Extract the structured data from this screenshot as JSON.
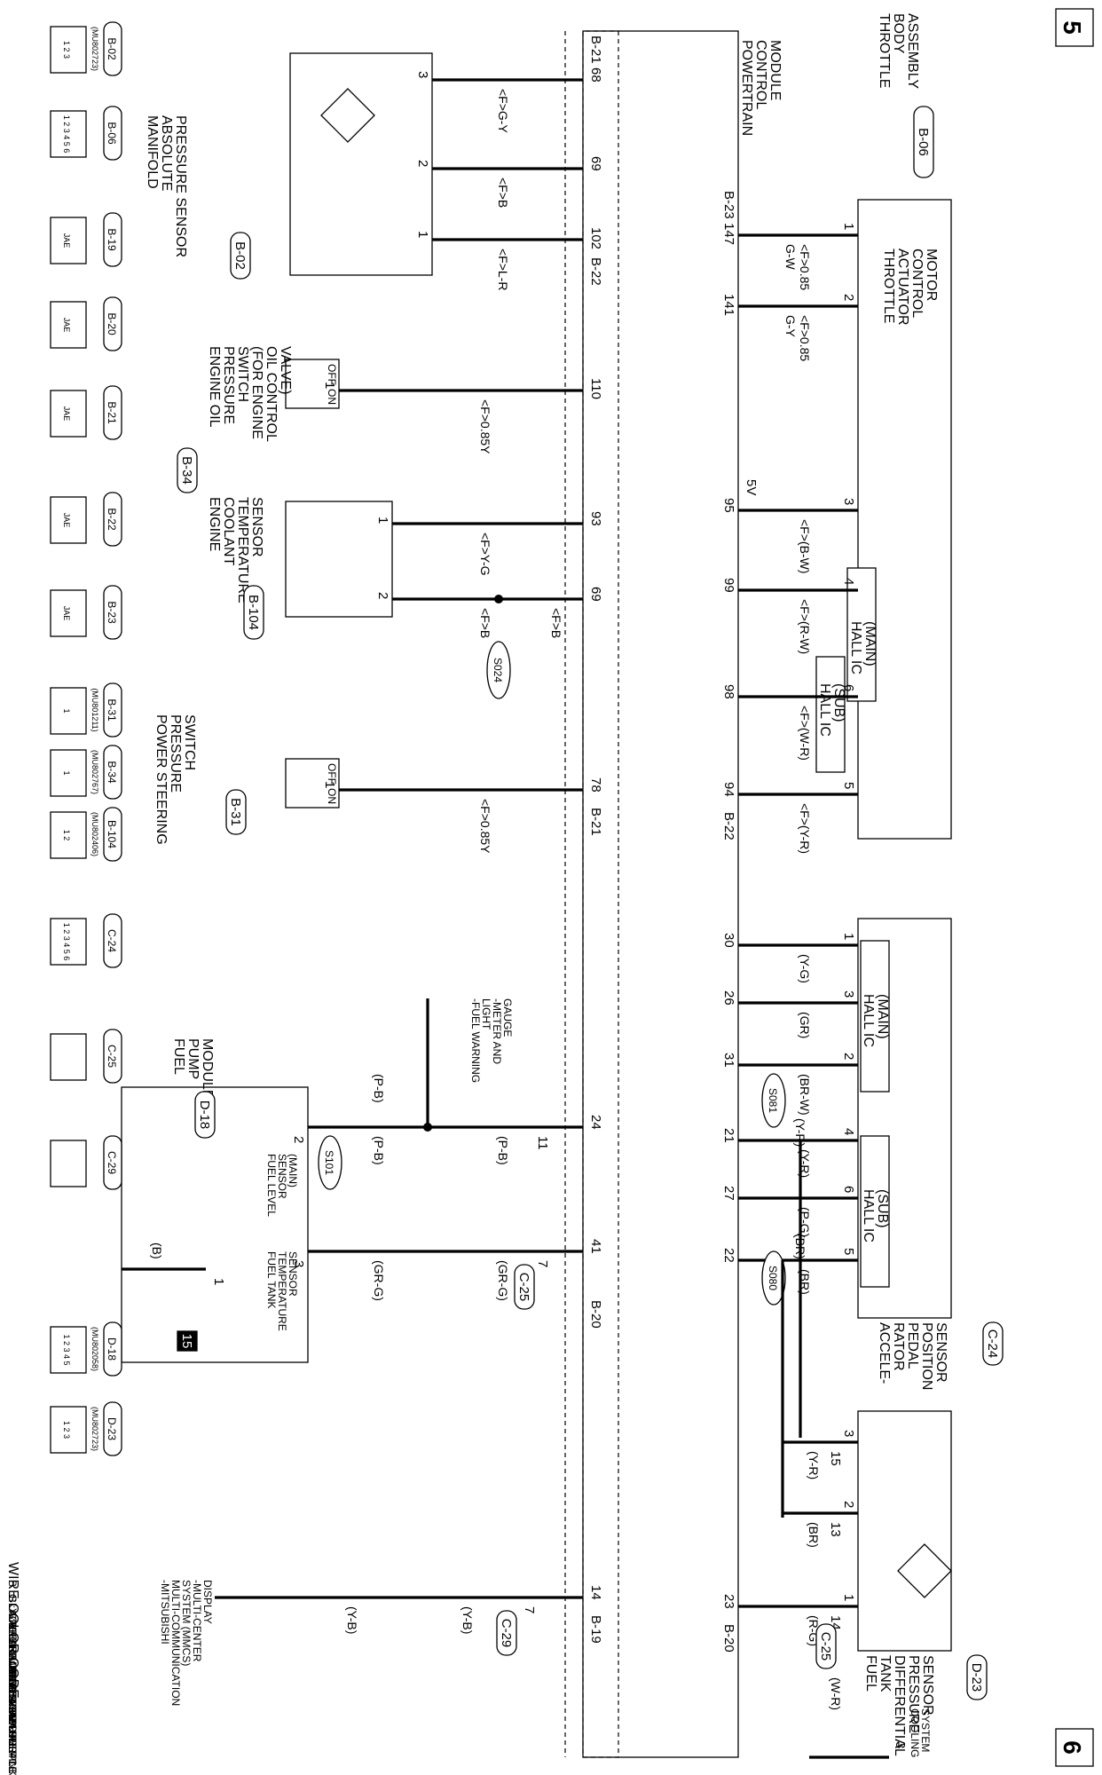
{
  "page_numbers": {
    "top": "5",
    "bottom": "6"
  },
  "doc_code": "HAP05M04CC",
  "ground_number": "15",
  "pcm": {
    "title": [
      "POWERTRAIN",
      "CONTROL",
      "MODULE"
    ],
    "conn_b21": "B-21",
    "conn_b22": "B-22",
    "conn_b23": "B-23",
    "conn_b20": "B-20",
    "conn_b19": "B-19",
    "v5": "5V"
  },
  "throttle": {
    "title": [
      "THROTTLE",
      "BODY",
      "ASSEMBLY"
    ],
    "conn": "B-06",
    "motor": [
      "THROTTLE",
      "ACTUATOR",
      "CONTROL",
      "MOTOR"
    ],
    "hall_main": [
      "(MAIN)",
      "HALL IC"
    ],
    "hall_sub": [
      "(SUB)",
      "HALL IC"
    ],
    "wires": [
      {
        "pin": "1",
        "pcm": "147",
        "color": "<F>0.85",
        "color2": "G-W"
      },
      {
        "pin": "2",
        "pcm": "141",
        "color": "<F>0.85",
        "color2": "G-Y"
      },
      {
        "pin": "3",
        "pcm": "95",
        "color": "<F>(B-W)",
        "color2": ""
      },
      {
        "pin": "4",
        "pcm": "99",
        "color": "<F>(R-W)",
        "color2": ""
      },
      {
        "pin": "6",
        "pcm": "98",
        "color": "<F>(W-R)",
        "color2": ""
      },
      {
        "pin": "5",
        "pcm": "94",
        "color": "<F>(Y-R)",
        "color2": ""
      }
    ]
  },
  "map_sensor": {
    "title": [
      "MANIFOLD",
      "ABSOLUTE",
      "PRESSURE SENSOR"
    ],
    "conn": "B-02",
    "wires": [
      {
        "pin": "3",
        "pcm": "68",
        "color": "<F>G-Y"
      },
      {
        "pin": "2",
        "pcm": "69",
        "color": "<F>B"
      },
      {
        "pin": "1",
        "pcm": "102",
        "color": "<F>L-R"
      }
    ]
  },
  "oil_switch": {
    "title": [
      "ENGINE OIL",
      "PRESSURE",
      "SWITCH",
      "(FOR ENGINE",
      "OIL CONTROL",
      "VALVE)"
    ],
    "conn": "B-34",
    "pin": "1",
    "pcm": "110",
    "color": "<F>0.85Y",
    "off": "OFF",
    "on": "ON"
  },
  "coolant": {
    "title": [
      "ENGINE",
      "COOLANT",
      "TEMPERATURE",
      "SENSOR"
    ],
    "conn": "B-104",
    "pin1": "1",
    "pin2": "2",
    "pcm1": "93",
    "pcm2": "69",
    "color1": "<F>Y-G",
    "color2": "<F>B",
    "color3": "<F>B",
    "splice": "S024"
  },
  "ps_switch": {
    "title": [
      "POWER STEERING",
      "PRESSURE",
      "SWITCH"
    ],
    "conn": "B-31",
    "pin": "1",
    "pcm": "78",
    "color": "<F>0.85Y",
    "off": "OFF",
    "on": "ON"
  },
  "app_sensor": {
    "title": [
      "ACCELE-",
      "RATOR",
      "PEDAL",
      "POSITION",
      "SENSOR"
    ],
    "conn": "C-24",
    "hall_main": [
      "(MAIN)",
      "HALL IC"
    ],
    "hall_sub": [
      "(SUB)",
      "HALL IC"
    ],
    "wires": [
      {
        "pin": "1",
        "pcm": "30",
        "color": "(Y-G)"
      },
      {
        "pin": "3",
        "pcm": "26",
        "color": "(GR)"
      },
      {
        "pin": "2",
        "pcm": "31",
        "color": "(BR-W)"
      },
      {
        "pin": "4",
        "pcm": "21",
        "color": "(Y-R)"
      },
      {
        "pin": "6",
        "pcm": "27",
        "color": "(P-G)"
      },
      {
        "pin": "5",
        "pcm": "22",
        "color": "(BR)"
      }
    ],
    "splice1": "S081",
    "splice2": "S080",
    "yr2": "(Y-R)",
    "br2": "(BR)"
  },
  "fuel_pump": {
    "title": [
      "FUEL",
      "PUMP",
      "MODULE"
    ],
    "conn": "D-18",
    "level": [
      "FUEL LEVEL",
      "SENSOR",
      "(MAIN)"
    ],
    "temp": [
      "FUEL TANK",
      "TEMPERATURE",
      "SENSOR"
    ],
    "pcm1": "24",
    "pcm2": "41",
    "mid1": "11",
    "mid2": "7",
    "pin1": "2",
    "pin2": "3",
    "pin3": "1",
    "c1": "(P-B)",
    "c2": "(GR-G)",
    "c3": "(P-B)",
    "c4": "(GR-G)",
    "c5": "(P-B)",
    "c6": "(B)",
    "midconn": "C-25",
    "splice": "S101",
    "warning": [
      "-FUEL WARNING",
      "LIGHT",
      "-METER AND",
      "GAUGE"
    ]
  },
  "tank_sensor": {
    "title": [
      "FUEL",
      "TANK",
      "DIFFERENTIAL",
      "PRESSURE",
      "SENSOR"
    ],
    "conn": "D-23",
    "pins": {
      "p3": "3",
      "p2": "2",
      "p1": "1"
    },
    "mid": {
      "m15": "15",
      "m13": "13",
      "m14": "14"
    },
    "pcm": "23",
    "colors": {
      "yr": "(Y-R)",
      "br": "(BR)",
      "rg": "(R-G)"
    },
    "midconn": "C-25"
  },
  "mmcs": {
    "lines": [
      "-MITSUBISHI",
      "MULTI-COMMUNICATION",
      "SYSTEM (MMCS)",
      "-MULTI-CENTER",
      "DISPLAY"
    ],
    "pcm": "14",
    "mid": "7",
    "color": "(Y-B)",
    "midconn": "C-29"
  },
  "cooling": {
    "label": [
      "COOLING",
      "SYSTEM"
    ],
    "pin": "3",
    "color": "(W-R)"
  },
  "connectors": [
    {
      "name": "B-02",
      "part": "(MU802723)",
      "label": "1 2 3"
    },
    {
      "name": "B-06",
      "part": "",
      "label": "1 2 3 4 5 6"
    },
    {
      "name": "B-19",
      "part": "",
      "label": "JAE"
    },
    {
      "name": "B-20",
      "part": "",
      "label": "JAE"
    },
    {
      "name": "B-21",
      "part": "",
      "label": "JAE"
    },
    {
      "name": "B-22",
      "part": "",
      "label": "JAE"
    },
    {
      "name": "B-23",
      "part": "",
      "label": "JAE"
    },
    {
      "name": "B-31",
      "part": "(MU801211)",
      "label": "1"
    },
    {
      "name": "B-34",
      "part": "(MU802767)",
      "label": "1"
    },
    {
      "name": "B-104",
      "part": "(MU802406)",
      "label": "1 2"
    },
    {
      "name": "C-24",
      "part": "",
      "label": "1 2 3 4 5 6"
    },
    {
      "name": "C-25",
      "part": "",
      "label": ""
    },
    {
      "name": "C-29",
      "part": "",
      "label": ""
    },
    {
      "name": "D-18",
      "part": "(MU802058)",
      "label": "1 2 3 4 5"
    },
    {
      "name": "D-23",
      "part": "(MU802723)",
      "label": "1 2 3"
    }
  ],
  "legend": {
    "title": "WIRE COLOR CODE",
    "lines": [
      "B : BLACK   LG : LIGHT GREEN",
      "G : GREEN   L : BLUE   W : WHITE",
      "Y : YELLOW   SB : SKY BLUE",
      "BR : BROWN   O : ORANGE",
      "GR : GRAY   R : RED   P : PINK",
      "V : VIOLET   PU : PURPLE",
      "SI : SILVER"
    ]
  }
}
